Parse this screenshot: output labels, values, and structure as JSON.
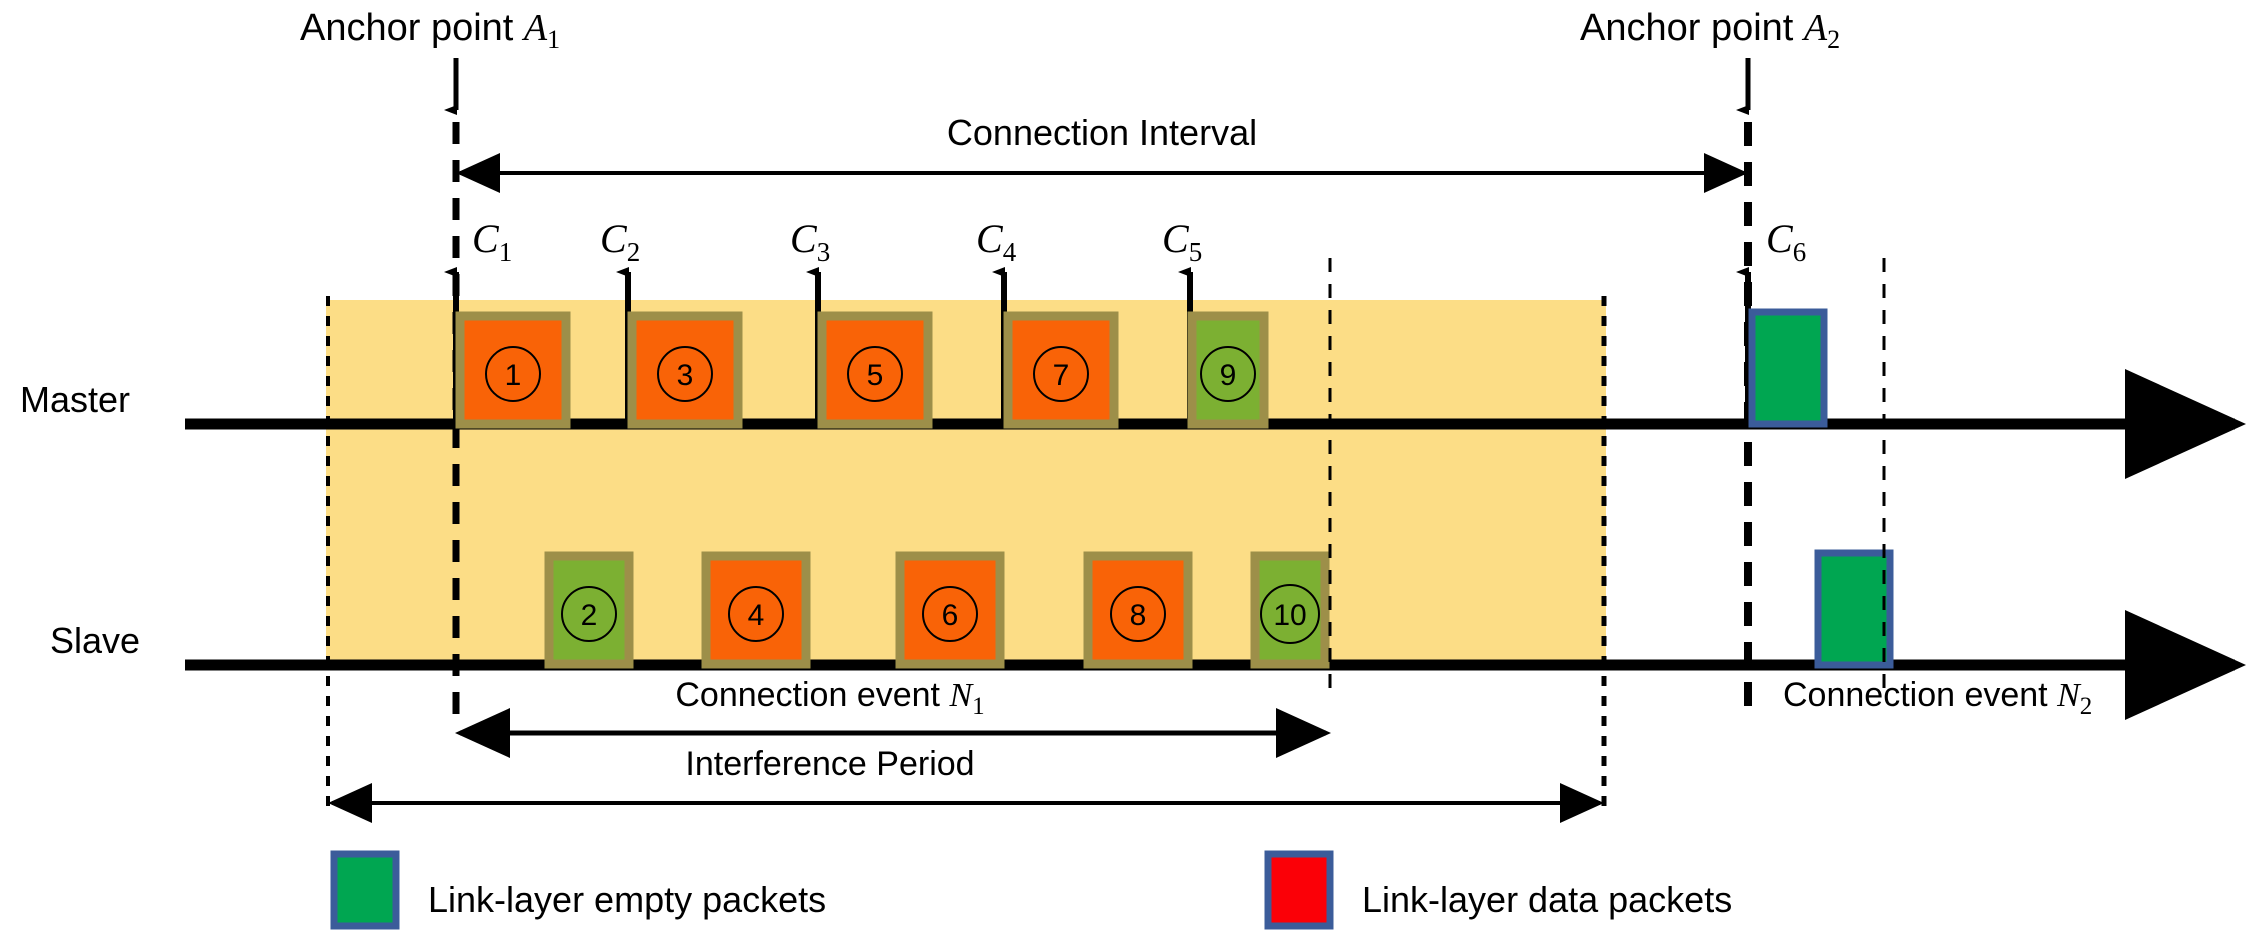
{
  "diagram": {
    "title_hidden": "",
    "annotations": {
      "anchor1_prefix": "Anchor point ",
      "anchor1_sym": "A",
      "anchor1_sub": "1",
      "anchor2_prefix": "Anchor point ",
      "anchor2_sym": "A",
      "anchor2_sub": "2",
      "connection_interval": "Connection Interval",
      "connection_event_1_prefix": "Connection event ",
      "connection_event_1_sym": "N",
      "connection_event_1_sub": "1",
      "connection_event_2_prefix": "Connection event ",
      "connection_event_2_sym": "N",
      "connection_event_2_sub": "2",
      "interference_period": "Interference Period"
    },
    "rows": [
      {
        "name": "master",
        "label": "Master"
      },
      {
        "name": "slave",
        "label": "Slave"
      }
    ],
    "channel_markers": [
      {
        "sym": "C",
        "sub": "1"
      },
      {
        "sym": "C",
        "sub": "2"
      },
      {
        "sym": "C",
        "sub": "3"
      },
      {
        "sym": "C",
        "sub": "4"
      },
      {
        "sym": "C",
        "sub": "5"
      },
      {
        "sym": "C",
        "sub": "6"
      }
    ],
    "master_packets": [
      {
        "num": "①",
        "kind": "data"
      },
      {
        "num": "③",
        "kind": "data"
      },
      {
        "num": "⑤",
        "kind": "data"
      },
      {
        "num": "⑦",
        "kind": "data"
      },
      {
        "num": "⑨",
        "kind": "empty"
      }
    ],
    "slave_packets": [
      {
        "num": "②",
        "kind": "empty"
      },
      {
        "num": "④",
        "kind": "data"
      },
      {
        "num": "⑥",
        "kind": "data"
      },
      {
        "num": "⑧",
        "kind": "data"
      },
      {
        "num": "⑩",
        "kind": "empty"
      }
    ],
    "legend": [
      {
        "name": "empty-packets",
        "label": "Link-layer empty packets",
        "color": "#00a651"
      },
      {
        "name": "data-packets",
        "label": "Link-layer data packets",
        "color": "#fb0007"
      }
    ],
    "colors": {
      "interference_band": "#fcdd86",
      "data_packet": "#f96307",
      "empty_packet": "#7cb032",
      "packet_border": "#9d8f49",
      "clean_empty_packet": "#00a651",
      "clean_packet_border": "#3b5c9a",
      "axis": "#000000",
      "background": "#ffffff"
    }
  }
}
